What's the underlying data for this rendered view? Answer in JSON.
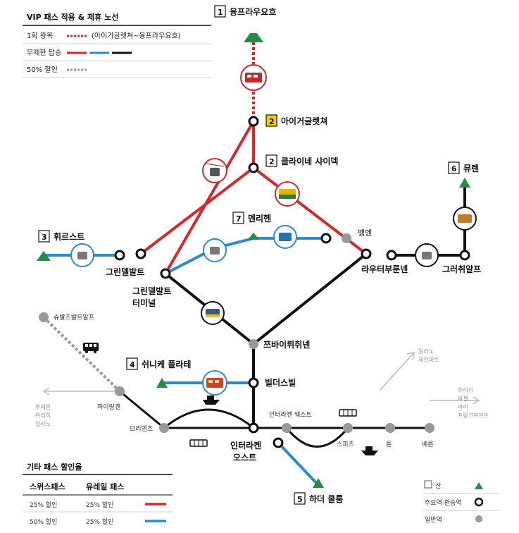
{
  "legend": {
    "title": "VIP 패스 적용 & 제휴 노선",
    "rows": [
      {
        "label": "1회 왕복",
        "note": "(아이거글렛쳐~융프라우요흐)"
      },
      {
        "label": "무제한 탑승",
        "note": ""
      },
      {
        "label": "50% 할인",
        "note": ""
      }
    ]
  },
  "stations": {
    "jungfraujoch": {
      "num": "1",
      "name": "융프라우요흐"
    },
    "eigergletscher": {
      "num": "2",
      "name": "아이거글렛쳐"
    },
    "kleine_scheidegg": {
      "num": "2",
      "name": "클라이네 샤이덱"
    },
    "first": {
      "num": "3",
      "name": "휘르스트"
    },
    "grindelwald": {
      "name": "그린델발트"
    },
    "grindelwald_terminal": {
      "name_line1": "그린델발트",
      "name_line2": "터미널"
    },
    "maennlichen": {
      "num": "7",
      "name": "멘리헨"
    },
    "wengen": {
      "name": "벵엔"
    },
    "muerren": {
      "num": "6",
      "name": "뮤렌"
    },
    "lauterbrunnen": {
      "name": "라우터부룬넨"
    },
    "gruetschalp": {
      "name": "그러취알프"
    },
    "zweiluetschinen": {
      "name": "쯔바이뤼취넨"
    },
    "wilderswil": {
      "name": "빌더스빌"
    },
    "schynige_platte": {
      "num": "4",
      "name": "쉬니케 플라테"
    },
    "schwarzwaldalp": {
      "name": "슈발츠발트알프"
    },
    "meiringen": {
      "name": "마이링겐"
    },
    "brienz": {
      "name": "브리엔츠"
    },
    "interlaken_ost": {
      "name_line1": "인터라켄",
      "name_line2": "오스트"
    },
    "interlaken_west": {
      "name": "인터라켄 웨스트"
    },
    "spiez": {
      "name": "스피츠"
    },
    "thun": {
      "name": "툰"
    },
    "bern": {
      "name": "베른"
    },
    "harder_kulm": {
      "num": "5",
      "name": "하더 쿨룸"
    }
  },
  "directions": {
    "left": {
      "line1": "루체른",
      "line2": "취리히",
      "line3": "밀라노"
    },
    "right": {
      "line1": "취리히",
      "line2": "바젤",
      "line3": "파리",
      "line4": "프랑크프르트"
    },
    "upright": {
      "line1": "밀라노",
      "line2": "체르마트"
    }
  },
  "discount_table": {
    "title": "기타 패스 할인율",
    "headers": [
      "스위스패스",
      "유레일 패스"
    ],
    "rows": [
      {
        "swiss": "25% 할인",
        "eurail": "25% 할인",
        "color": "#d9262b"
      },
      {
        "swiss": "50% 할인",
        "eurail": "25% 할인",
        "color": "#2b8ad1"
      }
    ]
  },
  "icon_legend": {
    "rows": [
      {
        "label": "산"
      },
      {
        "label": "주요역·환승역"
      },
      {
        "label": "일반역"
      }
    ]
  },
  "colors": {
    "red": "#d9262b",
    "blue": "#2b8ad1",
    "black": "#111111",
    "grey": "#999999",
    "green": "#1e8f45",
    "highlight": "#f5d000"
  }
}
